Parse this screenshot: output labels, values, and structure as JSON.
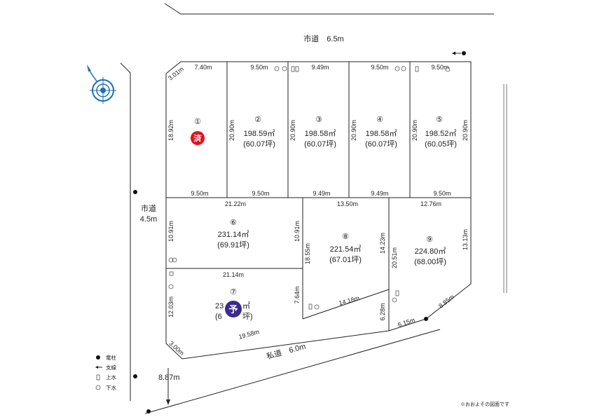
{
  "roads": {
    "north": "市道　6.5m",
    "west_name": "市道",
    "west_width": "4.5m",
    "south": "私道　6.0m",
    "south_offset": "8.87m"
  },
  "lots": [
    {
      "num": "①",
      "area": "",
      "tsubo": "",
      "badge": "済"
    },
    {
      "num": "②",
      "area": "198.59㎡",
      "tsubo": "(60.07坪)"
    },
    {
      "num": "③",
      "area": "198.58㎡",
      "tsubo": "(60.07坪)"
    },
    {
      "num": "④",
      "area": "198.58㎡",
      "tsubo": "(60.07坪)"
    },
    {
      "num": "⑤",
      "area": "198.52㎡",
      "tsubo": "(60.05坪)"
    },
    {
      "num": "⑥",
      "area": "231.14㎡",
      "tsubo": "(69.91坪)"
    },
    {
      "num": "⑦",
      "area_visible": "23",
      "area_tail": "㎡",
      "tsubo_visible": "(6",
      "tsubo_tail": "坪)",
      "badge": "予"
    },
    {
      "num": "⑧",
      "area": "221.54㎡",
      "tsubo": "(67.01坪)"
    },
    {
      "num": "⑨",
      "area": "224.80㎡",
      "tsubo": "(68.00坪)"
    }
  ],
  "dims": {
    "top": [
      "7.40m",
      "9.50m",
      "9.49m",
      "9.50m",
      "9.50m"
    ],
    "corner": "3.01m",
    "row1_bottom": [
      "9.50m",
      "9.50m",
      "9.49m",
      "9.49m",
      "9.50m"
    ],
    "row1_vertical": [
      "18.92m",
      "20.90m",
      "20.90m",
      "20.90m",
      "20.90m",
      "20.90m"
    ],
    "lot6_top": "21.22m",
    "lot6_left": "10.91m",
    "lot6_right": "10.91m",
    "lot7_top": "21.14m",
    "lot7_left": "12.03m",
    "lot7_right": "7.64m",
    "lot7_bottom": "19.58m",
    "lot7_corner": "3.00m",
    "lot8_top": "13.50m",
    "lot8_left": "18.55m",
    "lot8_right": "14.23m",
    "lot8_bottom": "14.18m",
    "lot9_top": "12.76m",
    "lot9_left": "20.51m",
    "lot9_right": "13.13m",
    "lot9_left_lower": "6.28m",
    "lot9_bottom": "6.15m",
    "lot9_diag": "8.85m"
  },
  "legend": {
    "pole": "電柱",
    "stay": "支線",
    "water": "上水",
    "sewer": "下水"
  },
  "note": "※おおよその図面です",
  "colors": {
    "sold": "#e0141e",
    "reserved": "#3d2a8c",
    "compass": "#1e6fb4"
  }
}
